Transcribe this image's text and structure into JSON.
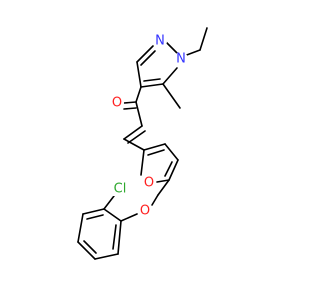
{
  "colors": {
    "bond": "#000000",
    "carbon": "#000000",
    "nitrogen": "#3333ff",
    "oxygen": "#ff2020",
    "chlorine": "#2ea82e"
  },
  "labels": {
    "n1": "N",
    "n2": "N",
    "o_carbonyl": "O",
    "o_furan": "O",
    "o_ether": "O",
    "cl": "Cl"
  }
}
